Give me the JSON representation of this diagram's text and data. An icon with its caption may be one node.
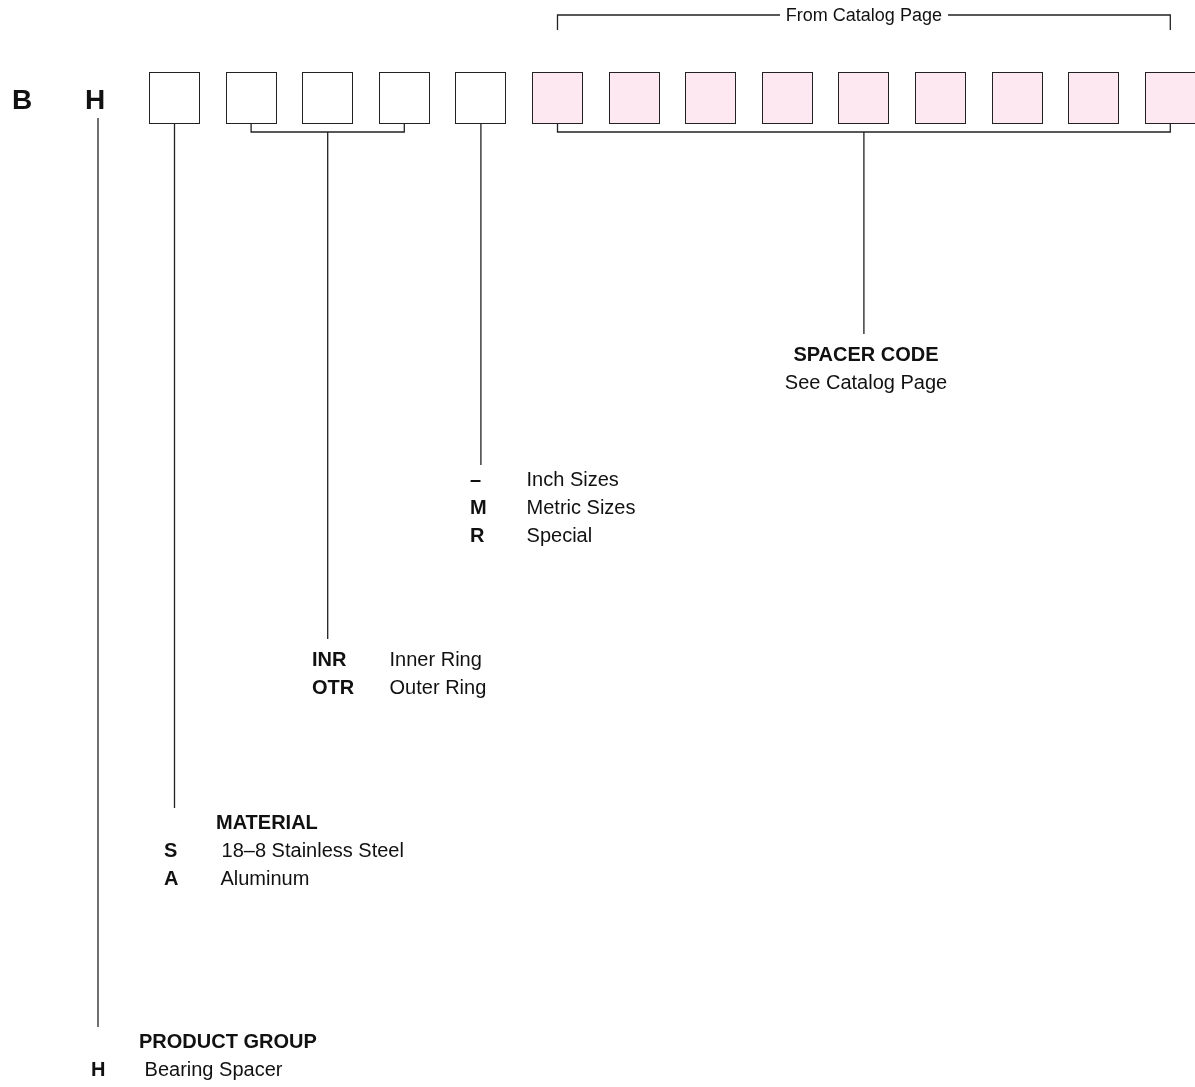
{
  "diagram": {
    "nodes": [
      {
        "text": [
          "H"
        ]
      },
      {
        "text": [],
        "shape": "box"
      },
      {
        "text": [],
        "shape": "box"
      },
      {
        "text": [],
        "shape": "box"
      },
      {
        "text": [],
        "shape": "box"
      },
      {
        "text": [],
        "shape": "box"
      },
      {
        "text": [],
        "shape": "box"
      },
      {
        "text": [],
        "shape": "box"
      },
      {
        "text": [],
        "shape": "box"
      },
      {
        "text": [],
        "shape": "box"
      },
      {
        "text": [],
        "shape": "box"
      },
      {
        "text": [],
        "shape": "box"
      },
      {
        "text": [],
        "shape": "box"
      },
      {
        "text": [],
        "shape": "box"
      },
      {
        "text": [],
        "shape": "box"
      },
      {
        "text": [
          "SPACER CODE",
          "See Catalog Page"
        ]
      },
      {
        "text": [
          "**–** Inch Sizes",
          "**M** Metric Sizes",
          "**R** Special"
        ]
      },
      {
        "text": [
          "**INR** Inner Ring",
          "**OTR** Outer Ring"
        ]
      },
      {
        "text": [
          "MATERIAL",
          "**S** 18–8 Stainless Steel",
          "**A** Aluminum"
        ]
      },
      {
        "text": [
          "PRODUCT GROUP",
          "**H** Bearing Spacer"
        ]
      }
    ],
    "edges": [
      {
        "from": 0,
        "to": 19,
        "arrow": "none"
      },
      {
        "from": 1,
        "to": 18,
        "arrow": "none"
      },
      {
        "from": 2,
        "to": 17,
        "arrow": "none"
      },
      {
        "from": 4,
        "to": 17,
        "arrow": "none"
      },
      {
        "from": 5,
        "to": 16,
        "arrow": "none"
      },
      {
        "from": 6,
        "to": 15,
        "arrow": "none"
      },
      {
        "from": 14,
        "to": 15,
        "arrow": "none"
      }
    ],
    "labels": [
      "From Catalog Page",
      "B"
    ]
  }
}
